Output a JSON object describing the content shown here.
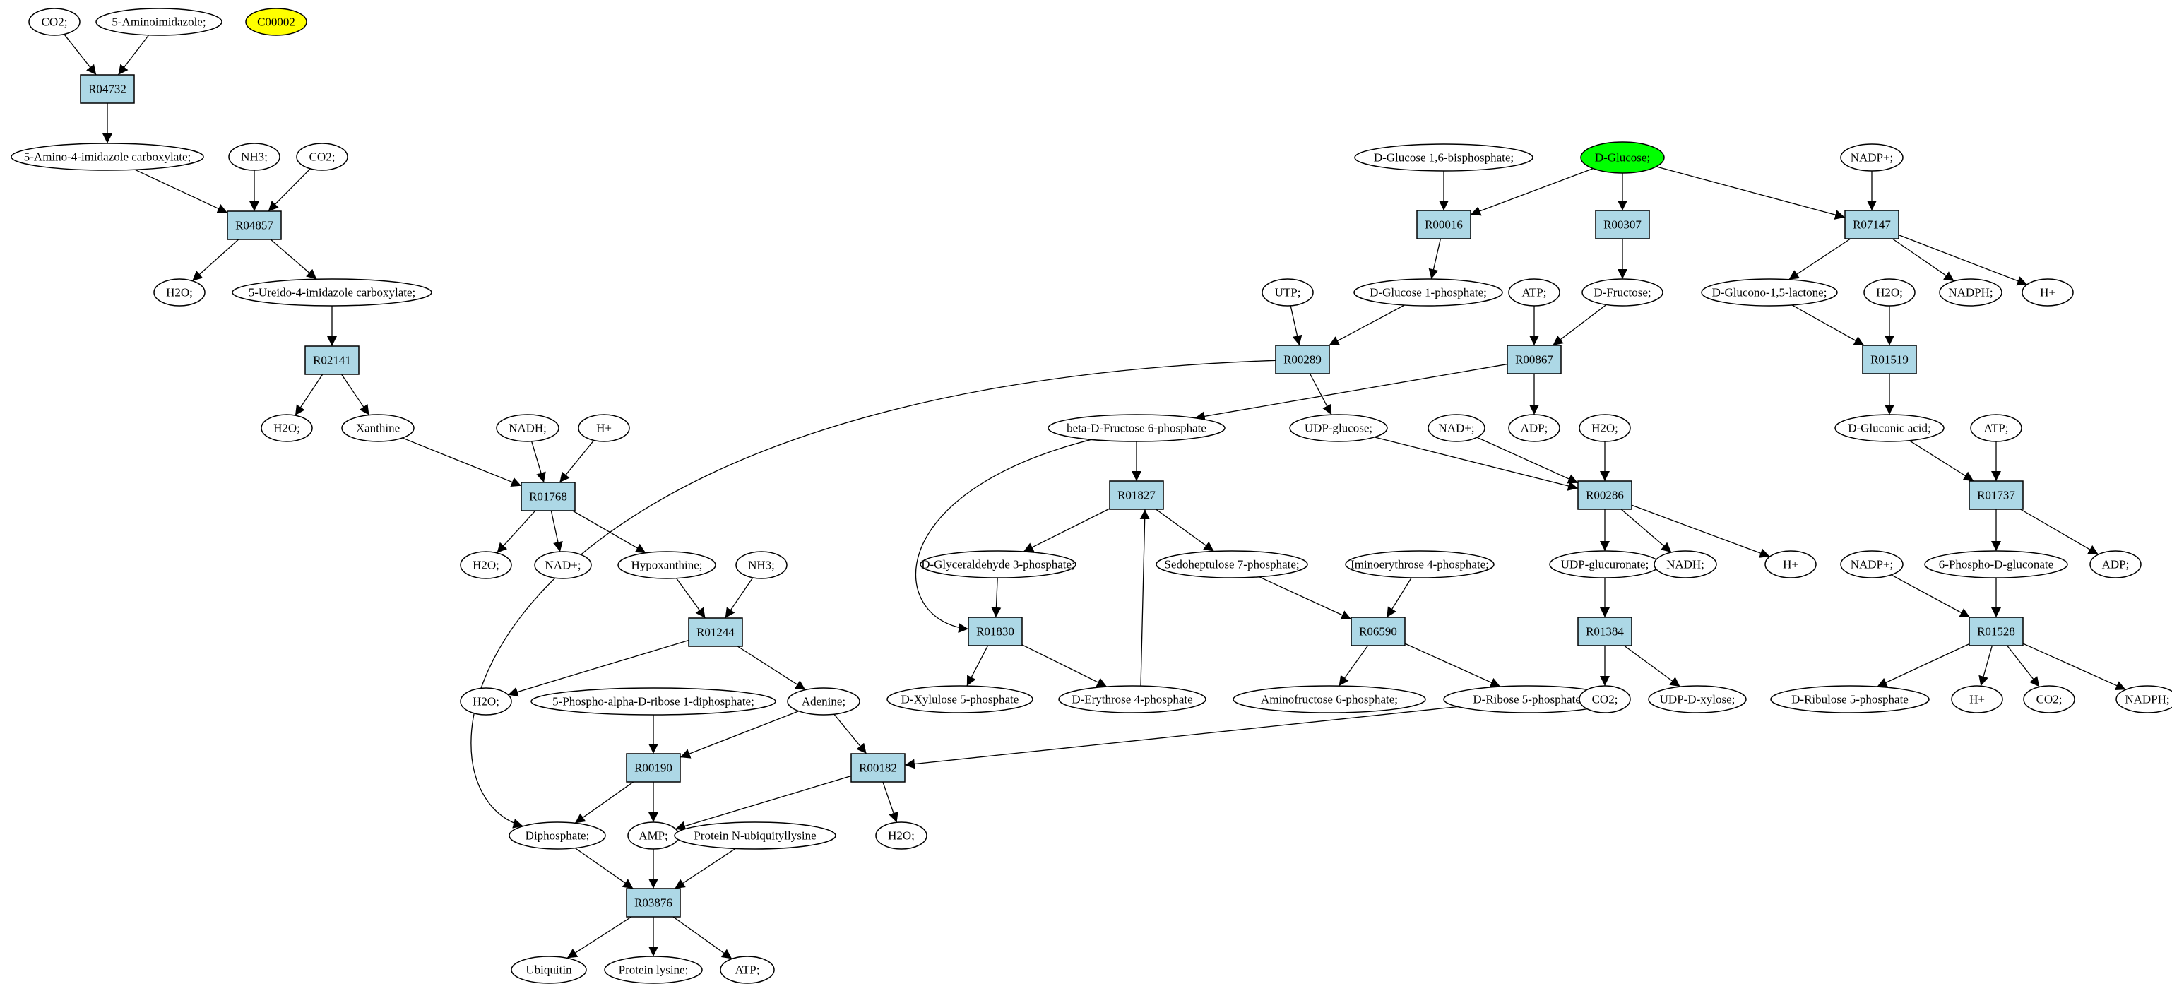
{
  "colors": {
    "reaction": "#add8e6",
    "highlight_yellow": "#ffff00",
    "highlight_green": "#00ff00",
    "compound": "#ffffff"
  },
  "nodes": {
    "co2_a": "CO2;",
    "aminoimidazole": "5-Aminoimidazole;",
    "c00002": "C00002",
    "r04732": "R04732",
    "amino_carboxylate": "5-Amino-4-imidazole carboxylate;",
    "nh3_a": "NH3;",
    "co2_b": "CO2;",
    "r04857": "R04857",
    "h2o_a": "H2O;",
    "ureido": "5-Ureido-4-imidazole carboxylate;",
    "r02141": "R02141",
    "h2o_b": "H2O;",
    "xanthine": "Xanthine",
    "nadh_a": "NADH;",
    "hplus_a": "H+",
    "r01768": "R01768",
    "h2o_c": "H2O;",
    "nadplus_a": "NAD+;",
    "hypoxanthine": "Hypoxanthine;",
    "nh3_b": "NH3;",
    "r01244": "R01244",
    "h2o_d": "H2O;",
    "prpp": "5-Phospho-alpha-D-ribose 1-diphosphate;",
    "adenine": "Adenine;",
    "r00190": "R00190",
    "r00182": "R00182",
    "h2o_e": "H2O;",
    "diphosphate": "Diphosphate;",
    "amp": "AMP;",
    "protein_ub": "Protein N-ubiquityllysine",
    "r03876": "R03876",
    "ubiquitin": "Ubiquitin",
    "protein_lysine": "Protein lysine;",
    "atp_c": "ATP;",
    "g16bp": "D-Glucose 1,6-bisphosphate;",
    "dglucose": "D-Glucose;",
    "nadpplus_a": "NADP+;",
    "r00016": "R00016",
    "r00307": "R00307",
    "r07147": "R07147",
    "utp": "UTP;",
    "g1p": "D-Glucose 1-phosphate;",
    "atp_a": "ATP;",
    "dfructose": "D-Fructose;",
    "glucono": "D-Glucono-1,5-lactone;",
    "nadph_a": "NADPH;",
    "hplus_b": "H+",
    "h2o_f": "H2O;",
    "r00289": "R00289",
    "r00867": "R00867",
    "r01519": "R01519",
    "bdf6p": "beta-D-Fructose 6-phosphate",
    "udpglucose": "UDP-glucose;",
    "adp_a": "ADP;",
    "nadplus_b": "NAD+;",
    "h2o_g": "H2O;",
    "gluconic": "D-Gluconic acid;",
    "atp_b": "ATP;",
    "r01827": "R01827",
    "r00286": "R00286",
    "r01737": "R01737",
    "gap": "D-Glyceraldehyde 3-phosphate;",
    "s7p": "Sedoheptulose 7-phosphate;",
    "iminoerythrose": "Iminoerythrose 4-phosphate;",
    "udpglucuronate": "UDP-glucuronate;",
    "nadh_b": "NADH;",
    "hplus_c": "H+",
    "nadpplus_b": "NADP+;",
    "pgluconate": "6-Phospho-D-gluconate",
    "adp_b": "ADP;",
    "r01830": "R01830",
    "r06590": "R06590",
    "r01384": "R01384",
    "r01528": "R01528",
    "xu5p": "D-Xylulose 5-phosphate",
    "e4p": "D-Erythrose 4-phosphate",
    "aminofructose": "Aminofructose 6-phosphate;",
    "r5p": "D-Ribose 5-phosphate;",
    "co2_c": "CO2;",
    "udpxylose": "UDP-D-xylose;",
    "ru5p": "D-Ribulose 5-phosphate",
    "hplus_d": "H+",
    "co2_d": "CO2;",
    "nadph_b": "NADPH;"
  }
}
